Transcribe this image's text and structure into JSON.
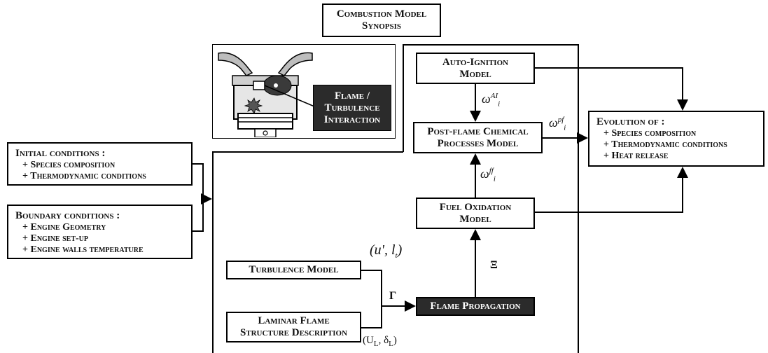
{
  "title": [
    "Combustion Model",
    "Synopsis"
  ],
  "initial_conditions": {
    "title": "Initial conditions :",
    "items": [
      "+ Species composition",
      "+ Thermodynamic conditions"
    ]
  },
  "boundary_conditions": {
    "title": "Boundary conditions :",
    "items": [
      "+ Engine Geometry",
      "+ Engine set-up",
      "+ Engine walls temperature"
    ]
  },
  "flame_interaction": [
    "Flame /",
    "Turbulence",
    "Interaction"
  ],
  "auto_ignition": [
    "Auto-Ignition",
    "Model"
  ],
  "post_flame": [
    "Post-flame Chemical",
    "Processes Model"
  ],
  "fuel_oxidation": [
    "Fuel Oxidation",
    "Model"
  ],
  "turbulence_model": "Turbulence Model",
  "laminar_flame": [
    "Laminar Flame",
    "Structure Description"
  ],
  "flame_propagation": "Flame Propagation",
  "evolution": {
    "title": "Evolution of :",
    "items": [
      "+ Species composition",
      "+ Thermodynamic conditions",
      "+ Heat release"
    ]
  },
  "symbols": {
    "omega": "ω",
    "ai_sup": "AI",
    "pf_sup": "pf",
    "ff_sup": "ff",
    "sub_i": "i",
    "xi": "Ξ",
    "gamma": "Γ",
    "ul_lt": "(u', l",
    "ul_lt_sub": "t",
    "ul_lt_close": ")",
    "ul_delta": "(U",
    "ul_delta_sub1": "L",
    "ul_delta_mid": ", δ",
    "ul_delta_sub2": "L",
    "ul_delta_close": ")"
  }
}
